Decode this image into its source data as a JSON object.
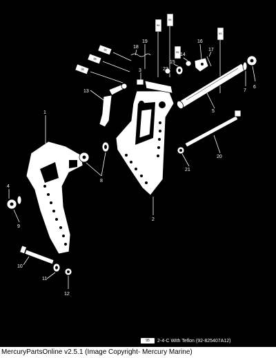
{
  "callouts": [
    "1",
    "2",
    "3",
    "4",
    "5",
    "6",
    "7",
    "8",
    "9",
    "10",
    "11",
    "12",
    "13",
    "14",
    "15",
    "16",
    "17",
    "18",
    "19",
    "20",
    "21",
    "22"
  ],
  "tube_label": "95",
  "legend": {
    "icon_text": "95",
    "text": "2-4-C  With Teflon (92-825407A12)"
  },
  "footer": {
    "text": "MercuryPartsOnline v2.5.1 (Image Copyright- Mercury Marine)"
  },
  "colors": {
    "background": "#000000",
    "line": "#ffffff",
    "footer_bg": "#ffffff"
  }
}
